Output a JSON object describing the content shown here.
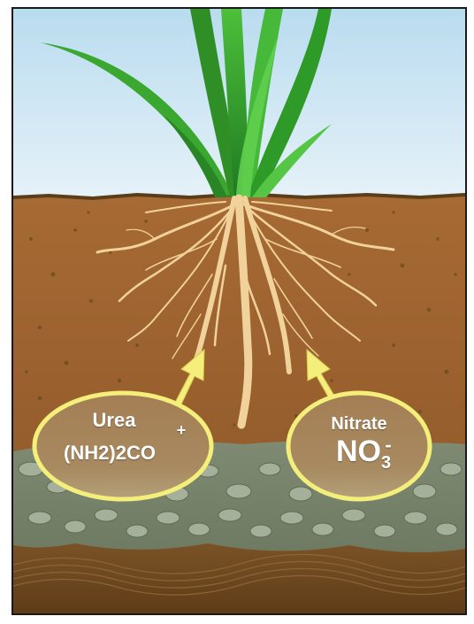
{
  "diagram": {
    "urea_bubble": {
      "name": "Urea",
      "formula": "(NH2)2CO",
      "charge": "+"
    },
    "nitrate_bubble": {
      "name": "Nitrate",
      "formula_main": "NO",
      "formula_subscript": "3",
      "charge": "-"
    },
    "colors": {
      "sky_top": "#b9dcef",
      "sky_bottom": "#e6f2f8",
      "soil_top": "#a76a34",
      "soil_bottom": "#8a5528",
      "gravel": "#8c9a86",
      "bedrock": "#6e4a22",
      "roots": "#f0d29a",
      "grass": "#35a02c",
      "bubble_fill": "#a88a60",
      "bubble_border": "#f4ef7a",
      "arrow": "#f4ef7a"
    }
  }
}
